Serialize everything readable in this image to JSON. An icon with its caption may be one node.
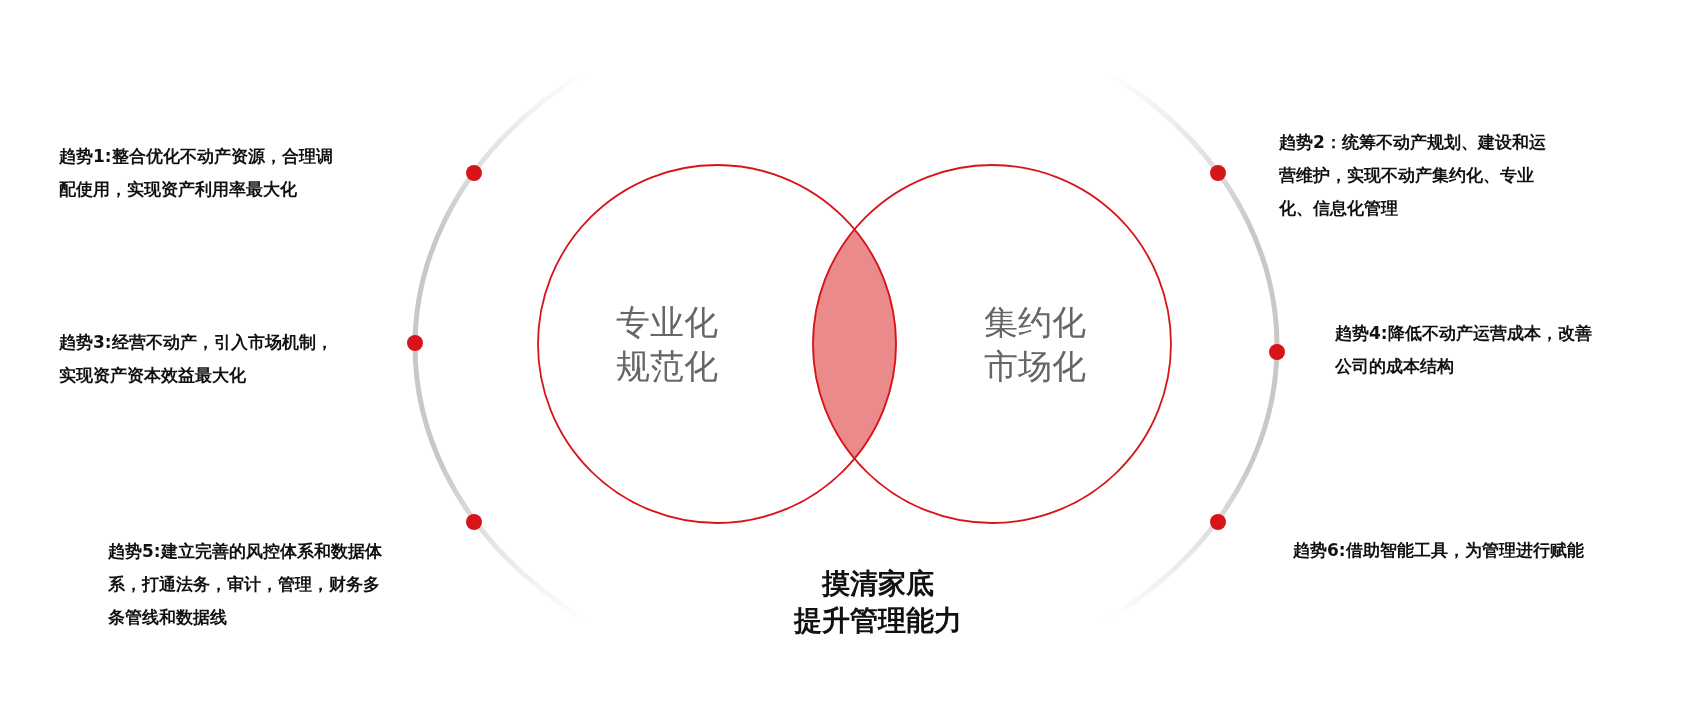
{
  "diagram": {
    "nodes": [
      {
        "text": [
          "专业化",
          "规范化"
        ]
      },
      {
        "text": [
          "集约化",
          "市场化"
        ]
      },
      {
        "text": [],
        "shape": "lens"
      }
    ],
    "labels": [
      "趋势1:整合优化不动产资源，合理调配使用，实现资产利用率最大化",
      "趋势2：统筹不动产规划、建设和运营维护，实现不动产集约化、专业化、信息化管理",
      "趋势3:经营不动产，引入市场机制，实现资产资本效益最大化",
      "趋势4:降低不动产运营成本，改善公司的成本结构",
      "趋势5:建立完善的风控体系和数据体系，打通法务，审计，管理，财务多条管线和数据线",
      "趋势6:借助智能工具，为管理进行赋能",
      "摸清家底",
      "提升管理能力"
    ]
  }
}
